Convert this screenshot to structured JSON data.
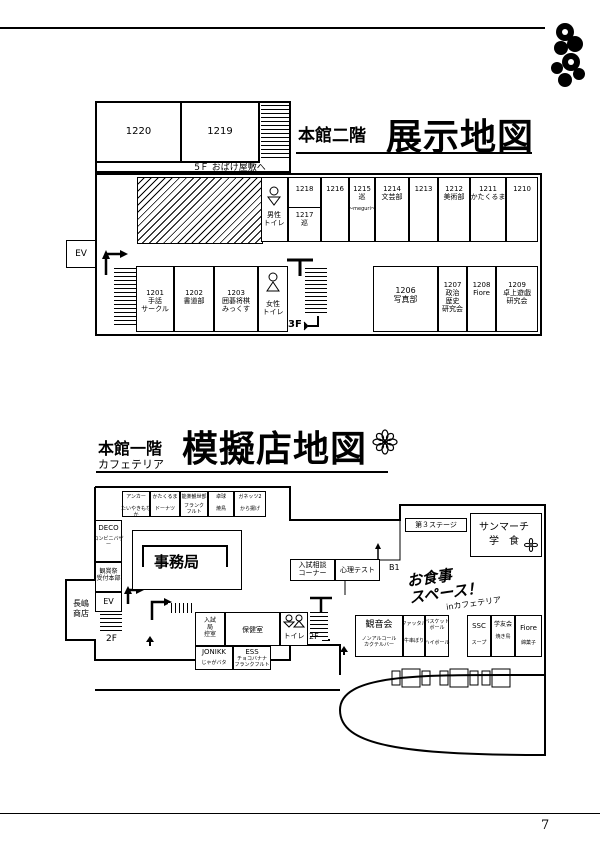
{
  "page_number": "7",
  "floor2": {
    "label_small": "本館二階",
    "label_big": "展示地図",
    "rooms_top": [
      "1220",
      "1219"
    ],
    "obake": "5Ｆ おばけ屋敷へ",
    "ev": "EV",
    "r1218": "1218",
    "male_toilet": "男性\nトイレ",
    "r1217": "1217\n巡",
    "r1216": "1216",
    "r1215": "1215\n巡",
    "r1215_sub": "〜meguri〜",
    "r1214": "1214\n文芸部",
    "r1213": "1213",
    "r1212": "1212\n美術部",
    "r1211": "1211\nかたくるま",
    "r1210": "1210",
    "r1201": "1201\n手話\nサークル",
    "r1202": "1202\n書道部",
    "r1203": "1203\n囲碁将棋\nみっくす",
    "female_toilet": "女性\nトイレ",
    "three_f": "3F",
    "r1206": "1206\n写真部",
    "r1207": "1207\n政治\n歴史\n研究会",
    "r1208": "1208\nFiore",
    "r1209": "1209\n卓上遊戯\n研究会"
  },
  "floor1": {
    "label_small": "本館一階",
    "label_sub": "カフェテリア",
    "label_big": "模擬店地図",
    "top_shops": [
      {
        "name": "アンカー",
        "sub": "たいやきもなか"
      },
      {
        "name": "かたくるま",
        "sub": "ドーナツ"
      },
      {
        "name": "能楽観世部",
        "sub": "フランク\nフルト"
      },
      {
        "name": "卓球",
        "sub": "焼鳥"
      },
      {
        "name": "ガネッツ2",
        "sub": "から揚げ"
      }
    ],
    "deco": "DECO",
    "deco_sub": "コンビニバザー",
    "kanshoken": "観賞祭\n受付本部",
    "ev": "EV",
    "nagashima": "長嶋\n商店",
    "jimukyoku": "事務局",
    "nyushi": "入試相談\nコーナー",
    "shinri": "心理テスト",
    "b1": "B1",
    "nyushi_kyoku": "入試\n局\n控室",
    "hokenshitsu": "保健室",
    "toilet": "トイレ",
    "two_f_left": "2F",
    "two_f_right": "2F",
    "jonikk": "JONIKK",
    "jonikk_sub": "じゃがバタ",
    "ess": "ESS",
    "ess_sub": "チョコバナナ\nフランクフルト",
    "stage": "第３ステージ",
    "sunmarche": "サンマーチ\n学　食",
    "food_space": "お食事\nスペース！",
    "in_cafe": "inカフェテリア",
    "bottom_shops": [
      {
        "name": "観音会",
        "sub": "ノンアルコール\nカクテルバー"
      },
      {
        "name": "ファッタル",
        "sub": "牛串ぼり"
      },
      {
        "name": "バスケット\nボール",
        "sub": "ハイボール"
      },
      {
        "name": "SSC",
        "sub": "スープ"
      },
      {
        "name": "学友会",
        "sub": "焼き鳥"
      },
      {
        "name": "Fiore",
        "sub": "綿菓子"
      }
    ]
  }
}
